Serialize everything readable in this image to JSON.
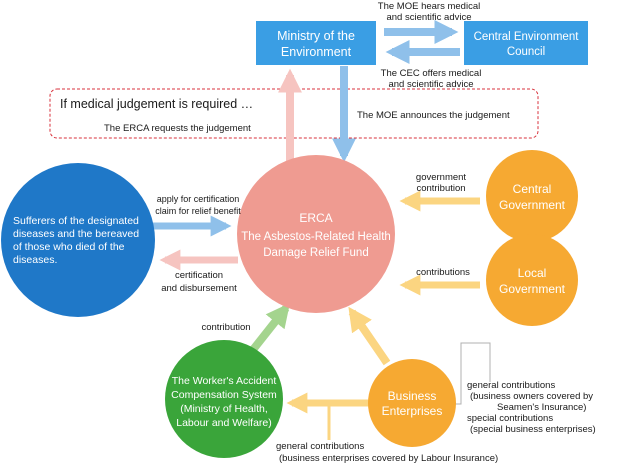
{
  "nodes": {
    "moe": {
      "lines": [
        "Ministry of the",
        "Environment"
      ],
      "color": "#3a9ee4"
    },
    "cec": {
      "lines": [
        "Central Environment",
        "Council"
      ],
      "color": "#3a9ee4"
    },
    "erca": {
      "lines": [
        "ERCA",
        "The Asbestos-Related Health",
        "Damage Relief Fund"
      ],
      "color": "#ef9b91"
    },
    "sufferers": {
      "lines": [
        "Sufferers of the designated",
        "diseases and the bereaved",
        "of those who died of the",
        "diseases."
      ],
      "color": "#1f78c8"
    },
    "central_gov": {
      "lines": [
        "Central",
        "Government"
      ],
      "color": "#f6a932"
    },
    "local_gov": {
      "lines": [
        "Local",
        "Government"
      ],
      "color": "#f6a932"
    },
    "business": {
      "lines": [
        "Business",
        "Enterprises"
      ],
      "color": "#f6a932"
    },
    "workers": {
      "lines": [
        "The Worker's Accident",
        "Compensation System",
        "(Ministry of Health,",
        "Labour and Welfare)"
      ],
      "color": "#3aa53a"
    }
  },
  "callout": {
    "title": "If medical judgement is required …",
    "left_text": "The ERCA requests the judgement",
    "right_text": "The MOE announces the judgement"
  },
  "labels": {
    "moe_hears": [
      "The MOE hears medical",
      "and scientific advice"
    ],
    "cec_offers": [
      "The CEC offers medical",
      "and scientific advice"
    ],
    "apply": [
      "apply for certification",
      "claim for relief benefit"
    ],
    "certification": [
      "certification",
      "and disbursement"
    ],
    "gov_contribution": [
      "government",
      "contribution"
    ],
    "contributions": "contributions",
    "contribution": "contribution",
    "business_contrib": [
      "general contributions",
      "(business owners covered by",
      "Seamen's Insurance)",
      "special contributions",
      "(special business enterprises)"
    ],
    "labour_contrib": [
      "general contributions",
      "(business enterprises covered by Labour Insurance)"
    ]
  },
  "colors": {
    "pink_arrow": "#f6c4c0",
    "blue_arrow": "#8fc0ea",
    "yellow_arrow": "#fbd581",
    "green_arrow": "#a4d48e",
    "callout_border": "#d8323c"
  }
}
